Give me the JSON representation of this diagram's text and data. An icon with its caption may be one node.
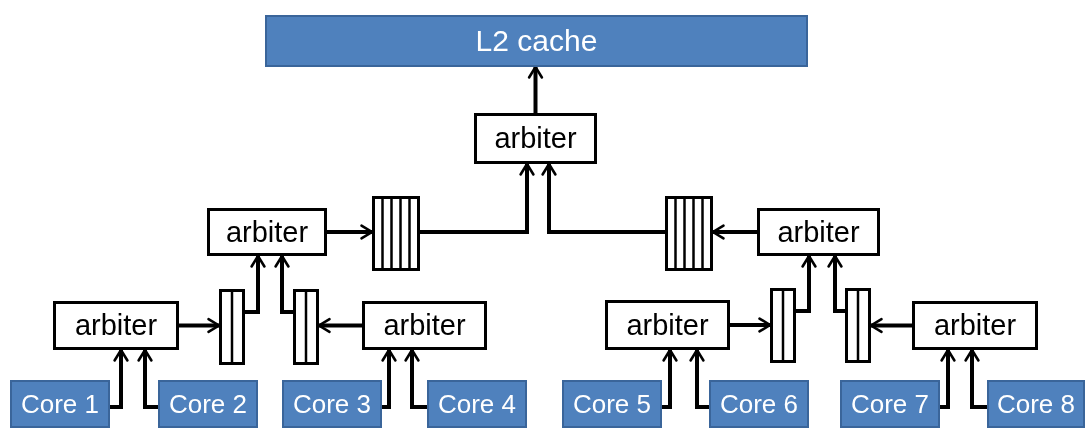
{
  "diagram": {
    "nodes": [
      {
        "text": [
          "L2 cache"
        ]
      },
      {
        "text": [
          "arbiter"
        ]
      },
      {
        "text": [
          "arbiter"
        ]
      },
      {
        "text": [],
        "shape": "queue"
      },
      {
        "text": [],
        "shape": "queue"
      },
      {
        "text": [
          "arbiter"
        ]
      },
      {
        "text": [
          "arbiter"
        ]
      },
      {
        "text": [],
        "shape": "queue"
      },
      {
        "text": [],
        "shape": "queue"
      },
      {
        "text": [
          "arbiter"
        ]
      },
      {
        "text": [
          "arbiter"
        ]
      },
      {
        "text": [],
        "shape": "queue"
      },
      {
        "text": [],
        "shape": "queue"
      },
      {
        "text": [
          "arbiter"
        ]
      },
      {
        "text": [
          "Core 1"
        ]
      },
      {
        "text": [
          "Core 2"
        ]
      },
      {
        "text": [
          "Core 3"
        ]
      },
      {
        "text": [
          "Core 4"
        ]
      },
      {
        "text": [
          "Core 5"
        ]
      },
      {
        "text": [
          "Core 6"
        ]
      },
      {
        "text": [
          "Core 7"
        ]
      },
      {
        "text": [
          "Core 8"
        ]
      }
    ],
    "edges": [
      {
        "from": 1,
        "to": 0,
        "arrow": "to"
      },
      {
        "from": 3,
        "to": 1,
        "arrow": "to"
      },
      {
        "from": 4,
        "to": 1,
        "arrow": "to"
      },
      {
        "from": 2,
        "to": 3,
        "arrow": "to"
      },
      {
        "from": 5,
        "to": 4,
        "arrow": "to"
      },
      {
        "from": 7,
        "to": 2,
        "arrow": "to"
      },
      {
        "from": 8,
        "to": 2,
        "arrow": "to"
      },
      {
        "from": 11,
        "to": 5,
        "arrow": "to"
      },
      {
        "from": 12,
        "to": 5,
        "arrow": "to"
      },
      {
        "from": 6,
        "to": 7,
        "arrow": "to"
      },
      {
        "from": 9,
        "to": 8,
        "arrow": "to"
      },
      {
        "from": 10,
        "to": 11,
        "arrow": "to"
      },
      {
        "from": 13,
        "to": 12,
        "arrow": "to"
      },
      {
        "from": 14,
        "to": 6,
        "arrow": "to"
      },
      {
        "from": 15,
        "to": 6,
        "arrow": "to"
      },
      {
        "from": 16,
        "to": 9,
        "arrow": "to"
      },
      {
        "from": 17,
        "to": 9,
        "arrow": "to"
      },
      {
        "from": 18,
        "to": 10,
        "arrow": "to"
      },
      {
        "from": 19,
        "to": 10,
        "arrow": "to"
      },
      {
        "from": 20,
        "to": 13,
        "arrow": "to"
      },
      {
        "from": 21,
        "to": 13,
        "arrow": "to"
      }
    ]
  }
}
